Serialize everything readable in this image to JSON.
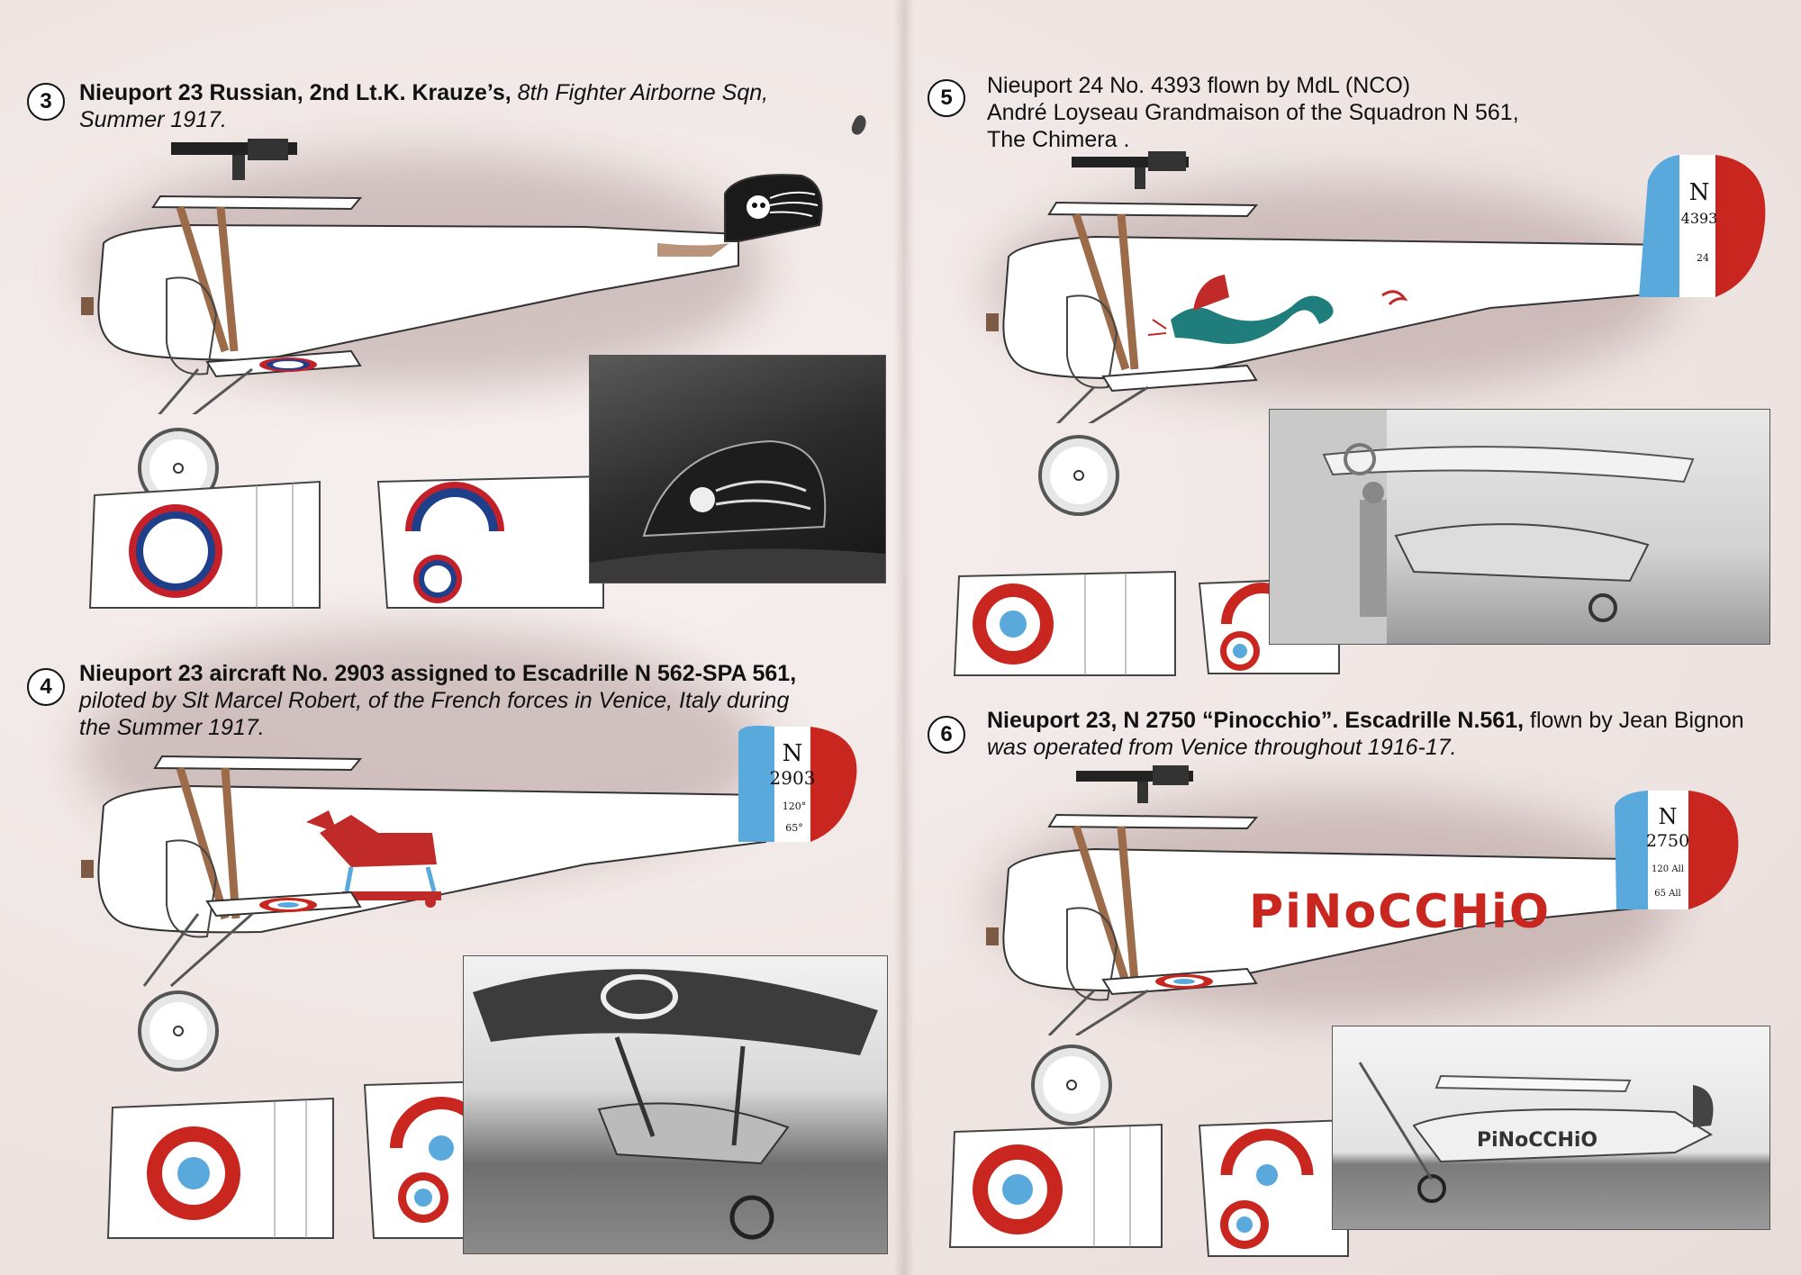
{
  "entries": {
    "e3": {
      "number": "3",
      "bold": "Nieuport 23 Russian, 2nd Lt.K. Krauze’s,",
      "italic": " 8th Fighter Airborne Sqn,",
      "line2": "Summer 1917."
    },
    "e4": {
      "number": "4",
      "bold": "Nieuport 23 aircraft No. 2903 assigned to Escadrille N 562-SPA 561,",
      "line2": "piloted by Slt Marcel Robert, of the French forces in Venice, Italy during",
      "line3": "the Summer 1917.",
      "tail_letter": "N",
      "tail_serial": "2903",
      "tail_small_1": "120°",
      "tail_small_2": "65°"
    },
    "e5": {
      "number": "5",
      "line1": "Nieuport 24 No. 4393 flown by MdL (NCO)",
      "line2": "André Loyseau Grandmaison of the Squadron N 561,",
      "line3": "The Chimera .",
      "tail_letter": "N",
      "tail_serial": "4393",
      "tail_small_1": "24"
    },
    "e6": {
      "number": "6",
      "bold": "Nieuport 23, N 2750 “Pinocchio”. Escadrille N.561,",
      "italic_a": " flown by Jean Bignon",
      "line2": "was operated from Venice throughout 1916-17.",
      "tail_letter": "N",
      "tail_serial": "2750",
      "tail_small_1": "120 All",
      "tail_small_2": "65 All",
      "fuselage_text": "PiNoCCHiO",
      "photo_text": "PiNoCCHiO"
    }
  },
  "colors": {
    "french_blue": "#5aa9dd",
    "french_red": "#c8261f",
    "russian_blue": "#1f3f8a",
    "russian_red": "#c3202a",
    "chimera_green": "#1f7e7b",
    "horse_red": "#c02a28",
    "strut_brown": "#9b6b4a"
  }
}
